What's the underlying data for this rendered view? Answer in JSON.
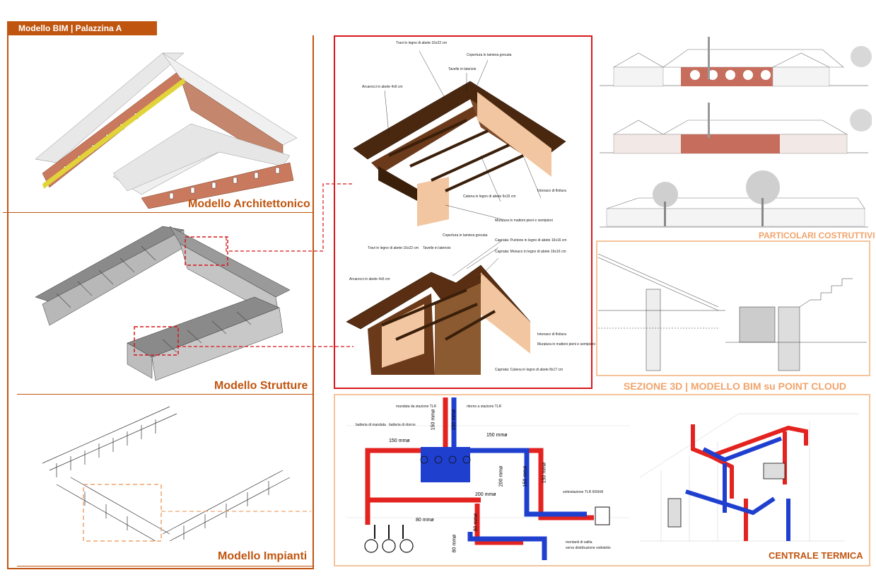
{
  "header": {
    "tag": "Modello BIM | Palazzina A"
  },
  "left_panel": {
    "arch_label": "Modello Architettonico",
    "struct_label": "Modello Strutture",
    "impianti_label": "Modello Impianti"
  },
  "detail_top": {
    "notes": [
      "Travi in legno di abete 16x22 cm",
      "Copertura in lamiera grecata",
      "Tavelle in laterizio",
      "Arcarecci in abete 4x6 cm",
      "Catena in legno di abete 6x16 cm",
      "Intonaco di finitura",
      "Muratura in mattoni pieni e semipieni"
    ]
  },
  "detail_bottom": {
    "notes": [
      "Copertura in lamiera grecata",
      "Travi in legno di abete 16x22 cm",
      "Tavelle in laterizio",
      "Capriata: Puntone in legno di abete 16x16 cm",
      "Capriata: Monaco in legno di abete 16x16 cm",
      "Arcarecci in abete 4x6 cm",
      "Intonaco di finitura",
      "Muratura in mattoni pieni e semipieni",
      "Capriata: Catena in legno di abete 8x17 cm"
    ]
  },
  "right_panel": {
    "particolari_label": "PARTICOLARI COSTRUTTIVI",
    "sezione_label": "SEZIONE 3D | MODELLO BIM su POINT CLOUD",
    "centrale_label": "CENTRALE TERMICA"
  },
  "plant_diagram": {
    "mandata": "mandata da stazione TLR",
    "ritorno": "ritorno a stazione TLR",
    "batteria_mandata": "batteria di mandata",
    "batteria_ritorno": "batteria di ritorno",
    "sottostazione": "sottostazione TLR 600kW",
    "montanti": "montanti di salita",
    "distribuzione": "verso distribuzione sottotetto",
    "dims": [
      "150 mmø",
      "150 mmø",
      "150 mmø",
      "150 mmø",
      "200 mmø",
      "150 mmø",
      "150 mmø",
      "200 mmø",
      "80 mmø",
      "80 mmø",
      "80 mmø"
    ]
  },
  "colors": {
    "accent": "#c0550f",
    "peach": "#f5c49b",
    "red_frame": "#d8181c",
    "supply": "#e3231f",
    "return": "#1f3fcf"
  }
}
